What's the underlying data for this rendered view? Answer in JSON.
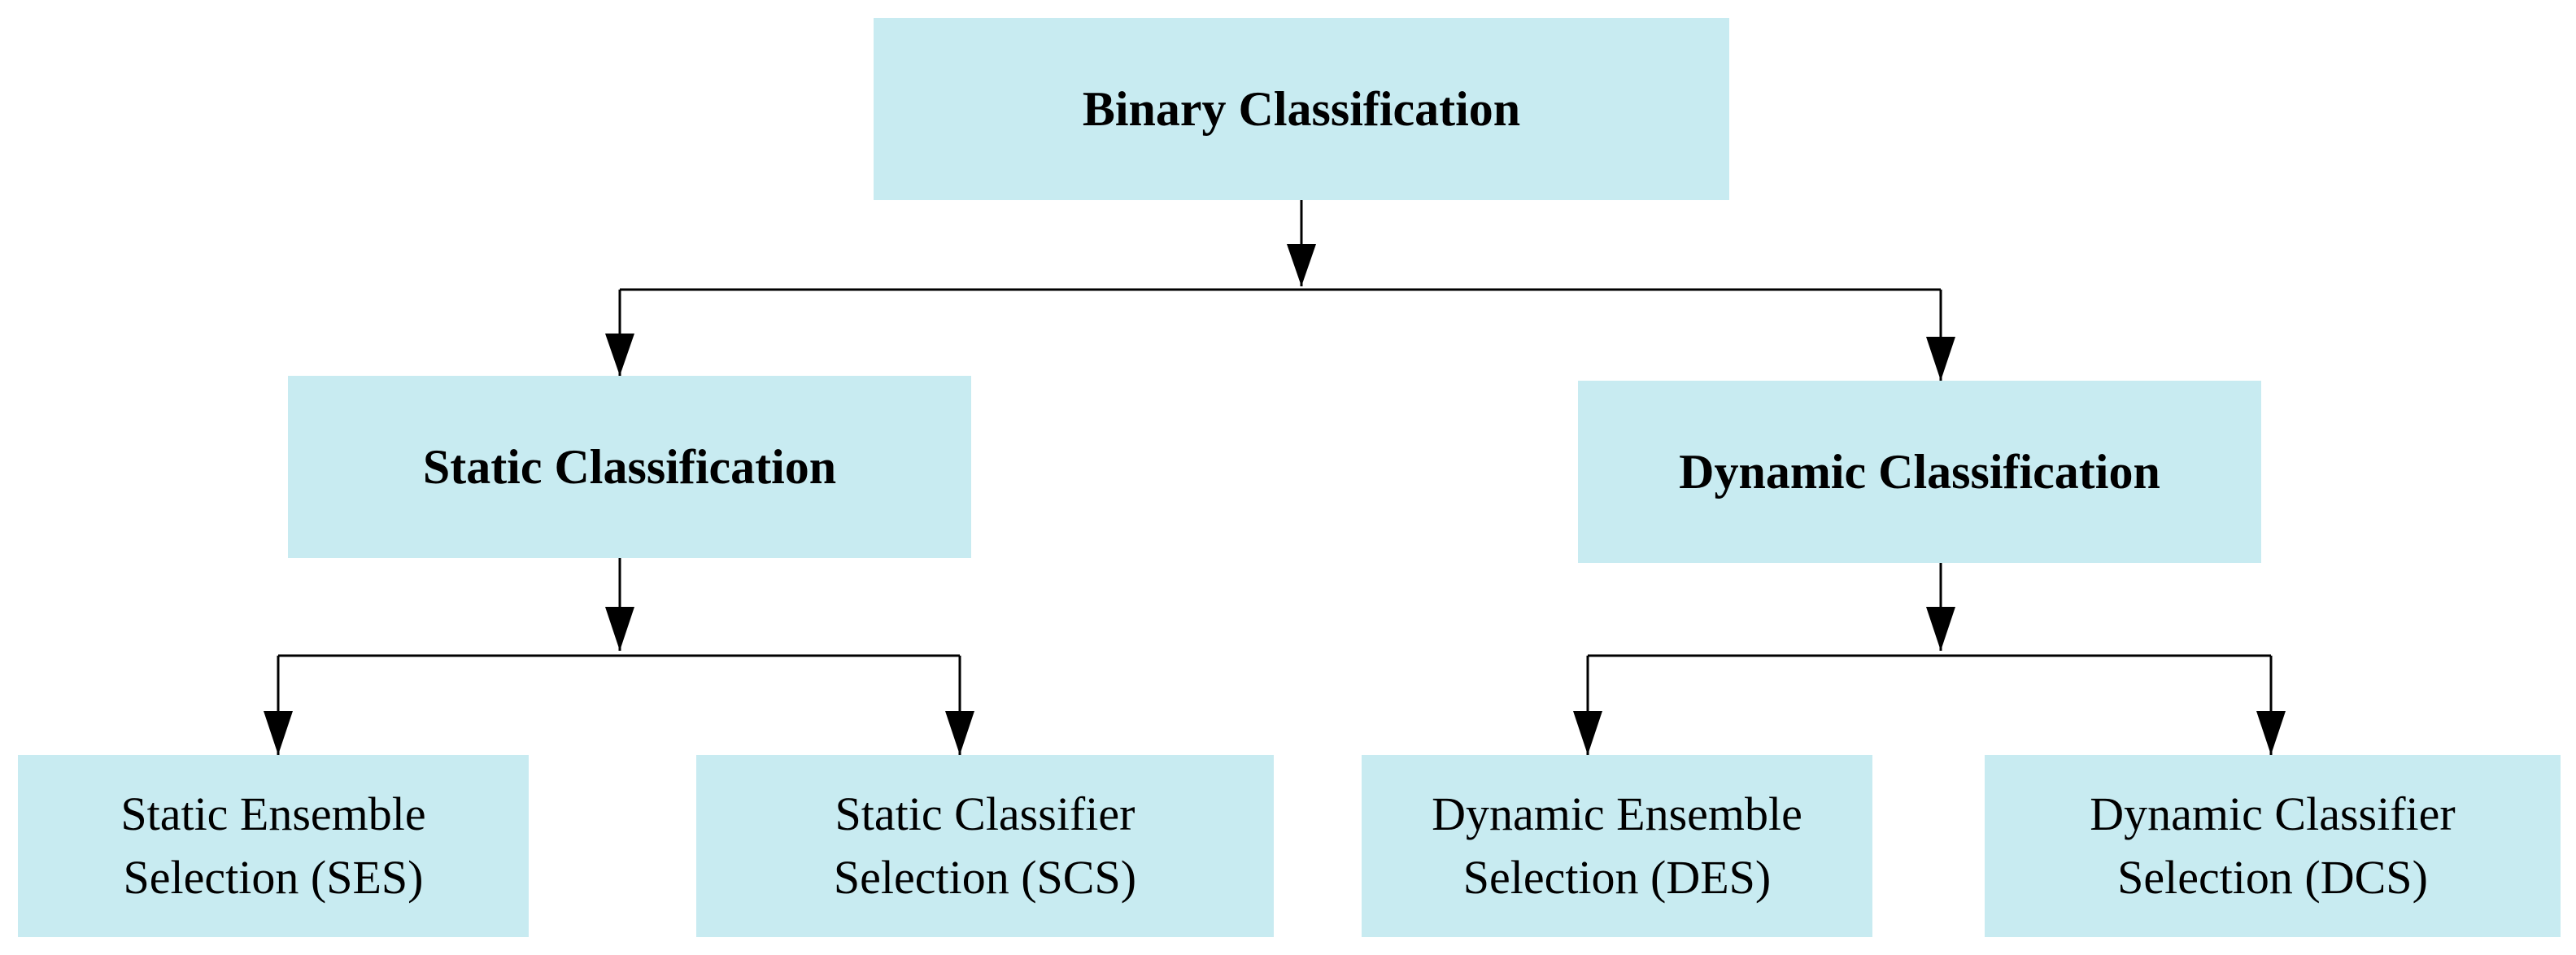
{
  "diagram": {
    "colors": {
      "box_fill": "#c8ebf1",
      "line": "#000000",
      "text": "#000000"
    },
    "nodes": {
      "root": {
        "label": "Binary Classification"
      },
      "static": {
        "label": "Static Classification"
      },
      "dynamic": {
        "label": "Dynamic Classification"
      },
      "ses": {
        "label": "Static Ensemble\nSelection (SES)"
      },
      "scs": {
        "label": "Static Classifier\nSelection (SCS)"
      },
      "des": {
        "label": "Dynamic Ensemble\nSelection (DES)"
      },
      "dcs": {
        "label": "Dynamic Classifier\nSelection (DCS)"
      }
    },
    "edges": [
      {
        "from": "root",
        "to": "static"
      },
      {
        "from": "root",
        "to": "dynamic"
      },
      {
        "from": "static",
        "to": "ses"
      },
      {
        "from": "static",
        "to": "scs"
      },
      {
        "from": "dynamic",
        "to": "des"
      },
      {
        "from": "dynamic",
        "to": "dcs"
      }
    ]
  }
}
